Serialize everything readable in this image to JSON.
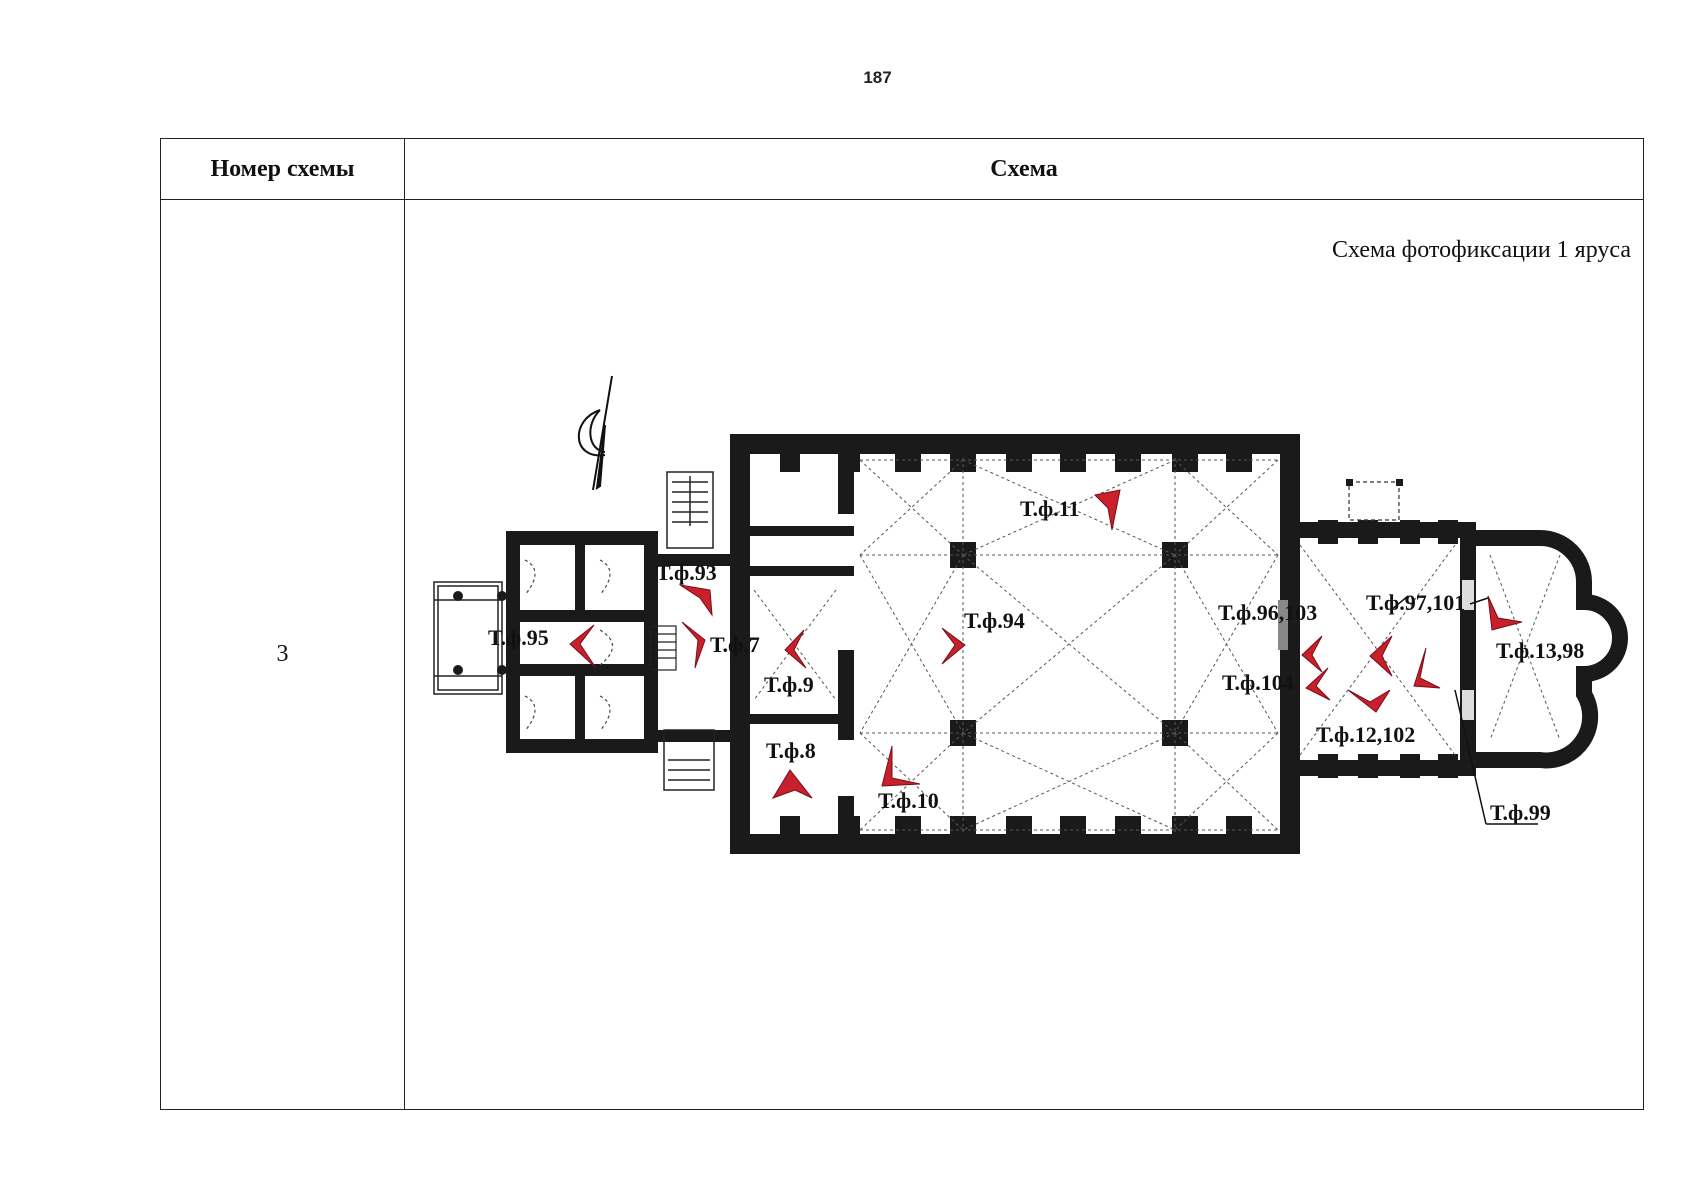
{
  "page": {
    "number": "187"
  },
  "table": {
    "header": {
      "number_col": "Номер схемы",
      "scheme_col": "Схема"
    },
    "row": {
      "number": "3"
    }
  },
  "scheme": {
    "title": "Схема фотофиксации 1 яруса",
    "points": [
      {
        "id": "tf11",
        "label": "Т.ф.11"
      },
      {
        "id": "tf93",
        "label": "Т.ф.93"
      },
      {
        "id": "tf95",
        "label": "Т.ф.95"
      },
      {
        "id": "tf7",
        "label": "Т.ф.7"
      },
      {
        "id": "tf9",
        "label": "Т.ф.9"
      },
      {
        "id": "tf94",
        "label": "Т.ф.94"
      },
      {
        "id": "tf96",
        "label": "Т.ф.96,103"
      },
      {
        "id": "tf97",
        "label": "Т.ф.97,101"
      },
      {
        "id": "tf13",
        "label": "Т.ф.13,98"
      },
      {
        "id": "tf104",
        "label": "Т.ф.104"
      },
      {
        "id": "tf12",
        "label": "Т.ф.12,102"
      },
      {
        "id": "tf8",
        "label": "Т.ф.8"
      },
      {
        "id": "tf10",
        "label": "Т.ф.10"
      },
      {
        "id": "tf99",
        "label": "Т.ф.99"
      }
    ],
    "colors": {
      "walls": "#1a1a1a",
      "markers": "#c8202c",
      "grid": "#555555"
    }
  }
}
